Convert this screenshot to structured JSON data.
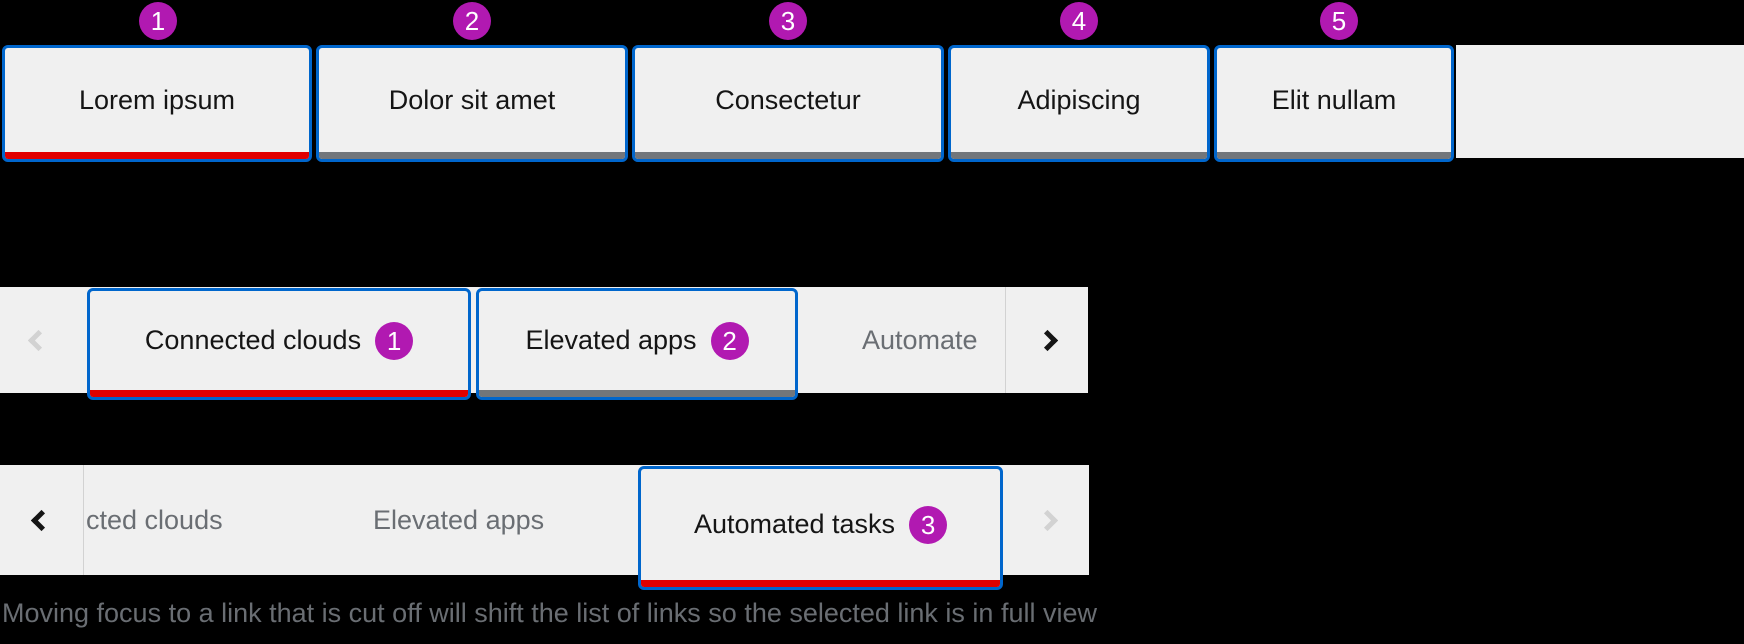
{
  "colors": {
    "focus_ring_blue": "#0066cc",
    "selected_underline_red": "#e00000",
    "inactive_underline_gray": "#72767b",
    "tab_background": "#f0f0f0",
    "annotation_badge_magenta": "#b119b1",
    "disabled_gray": "#d2d2d2",
    "muted_text_gray": "#6a6e73",
    "page_background": "#000000"
  },
  "row1": {
    "tabs": [
      {
        "label": "Lorem ipsum",
        "badge": "1",
        "underline": "red",
        "selected": true
      },
      {
        "label": "Dolor sit amet",
        "badge": "2",
        "underline": "gray",
        "selected": false
      },
      {
        "label": "Consectetur",
        "badge": "3",
        "underline": "gray",
        "selected": false
      },
      {
        "label": "Adipiscing",
        "badge": "4",
        "underline": "gray",
        "selected": false
      },
      {
        "label": "Elit nullam",
        "badge": "5",
        "underline": "gray",
        "selected": false
      }
    ]
  },
  "row2": {
    "scroll_left": {
      "enabled": false,
      "icon": "chevron-left-icon"
    },
    "scroll_right": {
      "enabled": true,
      "icon": "chevron-right-icon"
    },
    "tabs": [
      {
        "label": "Connected clouds",
        "badge": "1",
        "underline": "red",
        "selected": true
      },
      {
        "label": "Elevated apps",
        "badge": "2",
        "underline": "gray",
        "selected": false
      }
    ],
    "cut_tab": {
      "visible_text": "Automate",
      "cut_off": true
    }
  },
  "row3": {
    "scroll_left": {
      "enabled": true,
      "icon": "chevron-left-icon"
    },
    "scroll_right": {
      "enabled": false,
      "icon": "chevron-right-icon"
    },
    "cut_tab_left": {
      "visible_text": "cted clouds",
      "cut_off": true
    },
    "plain_tab": {
      "label": "Elevated apps"
    },
    "tabs": [
      {
        "label": "Automated tasks",
        "badge": "3",
        "underline": "red",
        "selected": true
      }
    ]
  },
  "caption": "Moving focus to a link that is cut off will shift the list of links so the selected link is in full view"
}
